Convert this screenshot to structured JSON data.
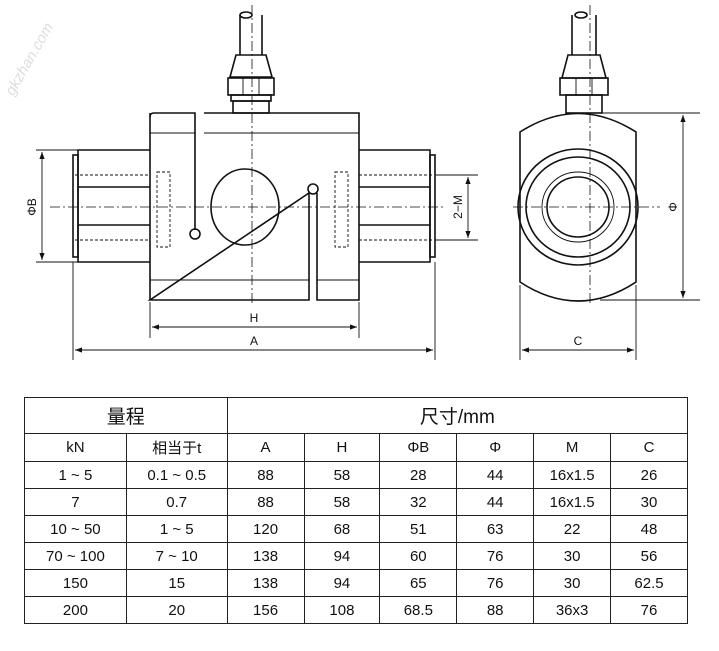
{
  "drawing": {
    "labels": {
      "phiB": "ΦB",
      "H": "H",
      "A": "A",
      "twoM": "2−M",
      "phi": "Φ",
      "C": "C"
    },
    "watermark": "gkzhan.com"
  },
  "table": {
    "group_headers": [
      "量程",
      "尺寸/mm"
    ],
    "columns": [
      "kN",
      "相当于t",
      "A",
      "H",
      "ΦB",
      "Φ",
      "M",
      "C"
    ],
    "rows": [
      [
        "1 ~ 5",
        "0.1 ~ 0.5",
        "88",
        "58",
        "28",
        "44",
        "16x1.5",
        "26"
      ],
      [
        "7",
        "0.7",
        "88",
        "58",
        "32",
        "44",
        "16x1.5",
        "30"
      ],
      [
        "10 ~ 50",
        "1 ~ 5",
        "120",
        "68",
        "51",
        "63",
        "22",
        "48"
      ],
      [
        "70 ~ 100",
        "7 ~ 10",
        "138",
        "94",
        "60",
        "76",
        "30",
        "56"
      ],
      [
        "150",
        "15",
        "138",
        "94",
        "65",
        "76",
        "30",
        "62.5"
      ],
      [
        "200",
        "20",
        "156",
        "108",
        "68.5",
        "88",
        "36x3",
        "76"
      ]
    ]
  }
}
